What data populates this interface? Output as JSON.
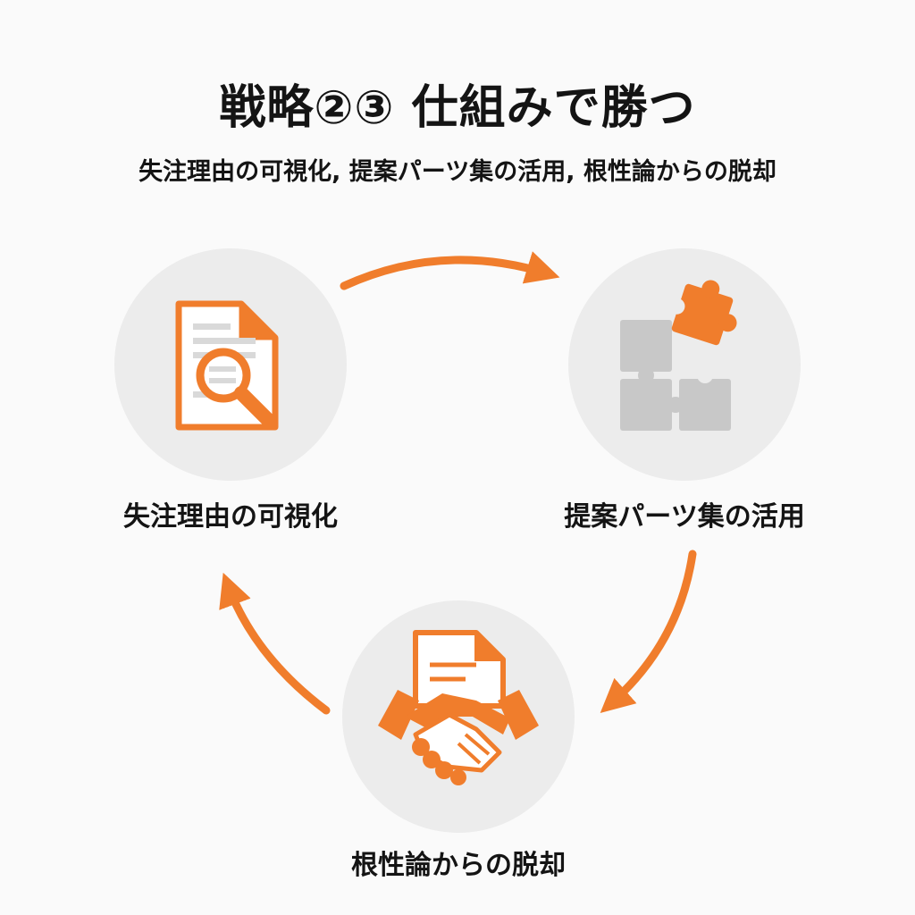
{
  "header": {
    "title": "戦略②③ 仕組みで勝つ",
    "subtitle": "失注理由の可視化, 提案パーツ集の活用, 根性論からの脱却"
  },
  "cycle": {
    "nodes": [
      {
        "label": "失注理由の可視化",
        "icon": "document-magnifier-icon"
      },
      {
        "label": "提案パーツ集の活用",
        "icon": "puzzle-pieces-icon"
      },
      {
        "label": "根性論からの脱却",
        "icon": "handshake-document-icon"
      }
    ],
    "arrow_direction": "clockwise"
  },
  "colors": {
    "accent": "#f07d2c",
    "circle": "#ececec",
    "puzzle_gray": "#c8c8c8",
    "text": "#141414"
  }
}
